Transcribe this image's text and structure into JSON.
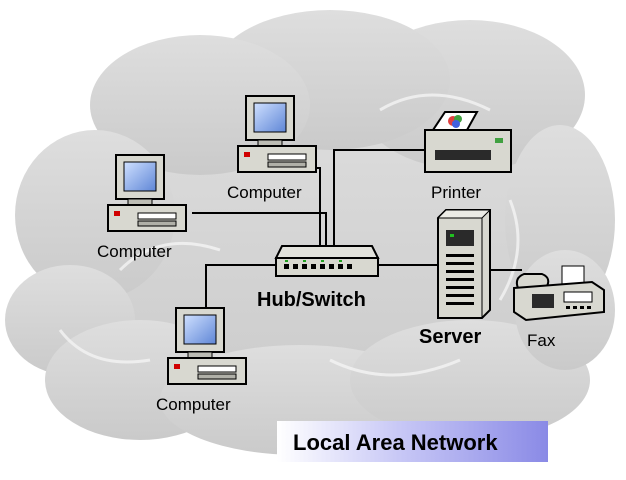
{
  "labels": {
    "computer_top": "Computer",
    "computer_left": "Computer",
    "computer_bottom": "Computer",
    "printer": "Printer",
    "hub_switch": "Hub/Switch",
    "server": "Server",
    "fax": "Fax"
  },
  "banner": {
    "title": "Local Area Network"
  },
  "colors": {
    "cloud": "#d4d4d4",
    "cloud_edge": "#bdbdbd",
    "device_body": "#d8d8d0",
    "monitor_screen": "#8fb4e8",
    "cable": "#000000",
    "banner_accent": "#8a8ae6"
  },
  "icons": [
    "computer-icon",
    "printer-icon",
    "hub-switch-icon",
    "server-icon",
    "fax-icon",
    "cloud-background"
  ]
}
